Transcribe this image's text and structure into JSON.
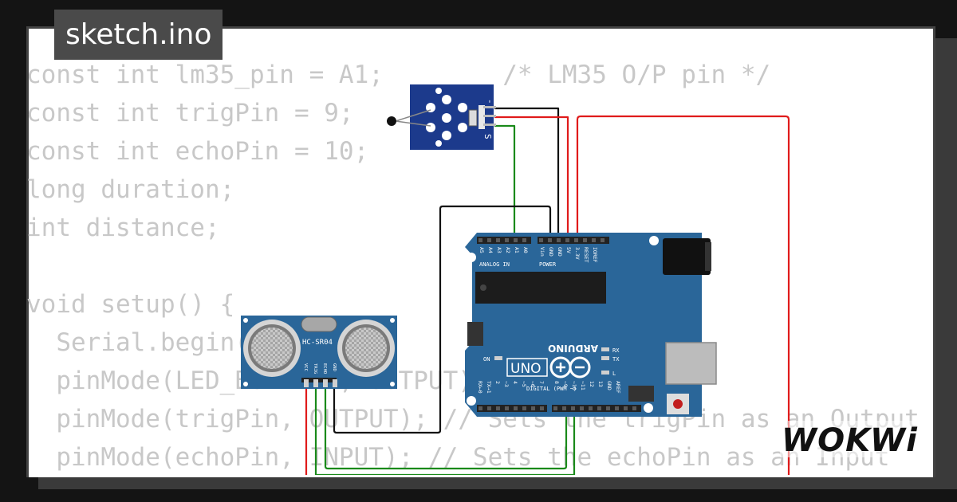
{
  "title": "sketch.ino",
  "code_lines": [
    "const int lm35_pin = A1;\t/* LM35 O/P pin */",
    "const int trigPin = 9;",
    "const int echoPin = 10;",
    "long duration;",
    "int distance;",
    "",
    "void setup() {",
    "  Serial.begin(9600);",
    "  pinMode(LED_BUILTIN, OUTPUT);",
    "  pinMode(trigPin, OUTPUT); // Sets the trigPin as an Output",
    "  pinMode(echoPin, INPUT); // Sets the echoPin as an Input"
  ],
  "logo": "WOKWi",
  "sensor_module": {
    "pin_minus": "-",
    "pin_s": "S"
  },
  "hcsr04": {
    "label": "HC-SR04",
    "pins": [
      "VCC",
      "TRIG",
      "ECHO",
      "GND"
    ]
  },
  "arduino": {
    "brand": "ARDUINO",
    "model": "UNO",
    "analog_in_label": "ANALOG IN",
    "power_label": "POWER",
    "digital_label": "DIGITAL (PWM ~)",
    "analog_pins": [
      "A5",
      "A4",
      "A3",
      "A2",
      "A1",
      "A0"
    ],
    "power_pins": [
      "Vin",
      "GND",
      "GND",
      "5V",
      "3.3V",
      "RESET",
      "IOREF"
    ],
    "digital_pins": [
      "RX←0",
      "TX→1",
      "2",
      "~3",
      "4",
      "~5",
      "~6",
      "7",
      "8",
      "~9",
      "~10",
      "~11",
      "12",
      "13",
      "GND",
      "AREF"
    ],
    "leds": [
      "RX",
      "TX",
      "L",
      "ON"
    ]
  },
  "colors": {
    "wire_red": "#e01b1b",
    "wire_black": "#111111",
    "wire_green": "#1a8a1a",
    "board_blue": "#2a6699",
    "module_blue": "#1c3a8c"
  }
}
